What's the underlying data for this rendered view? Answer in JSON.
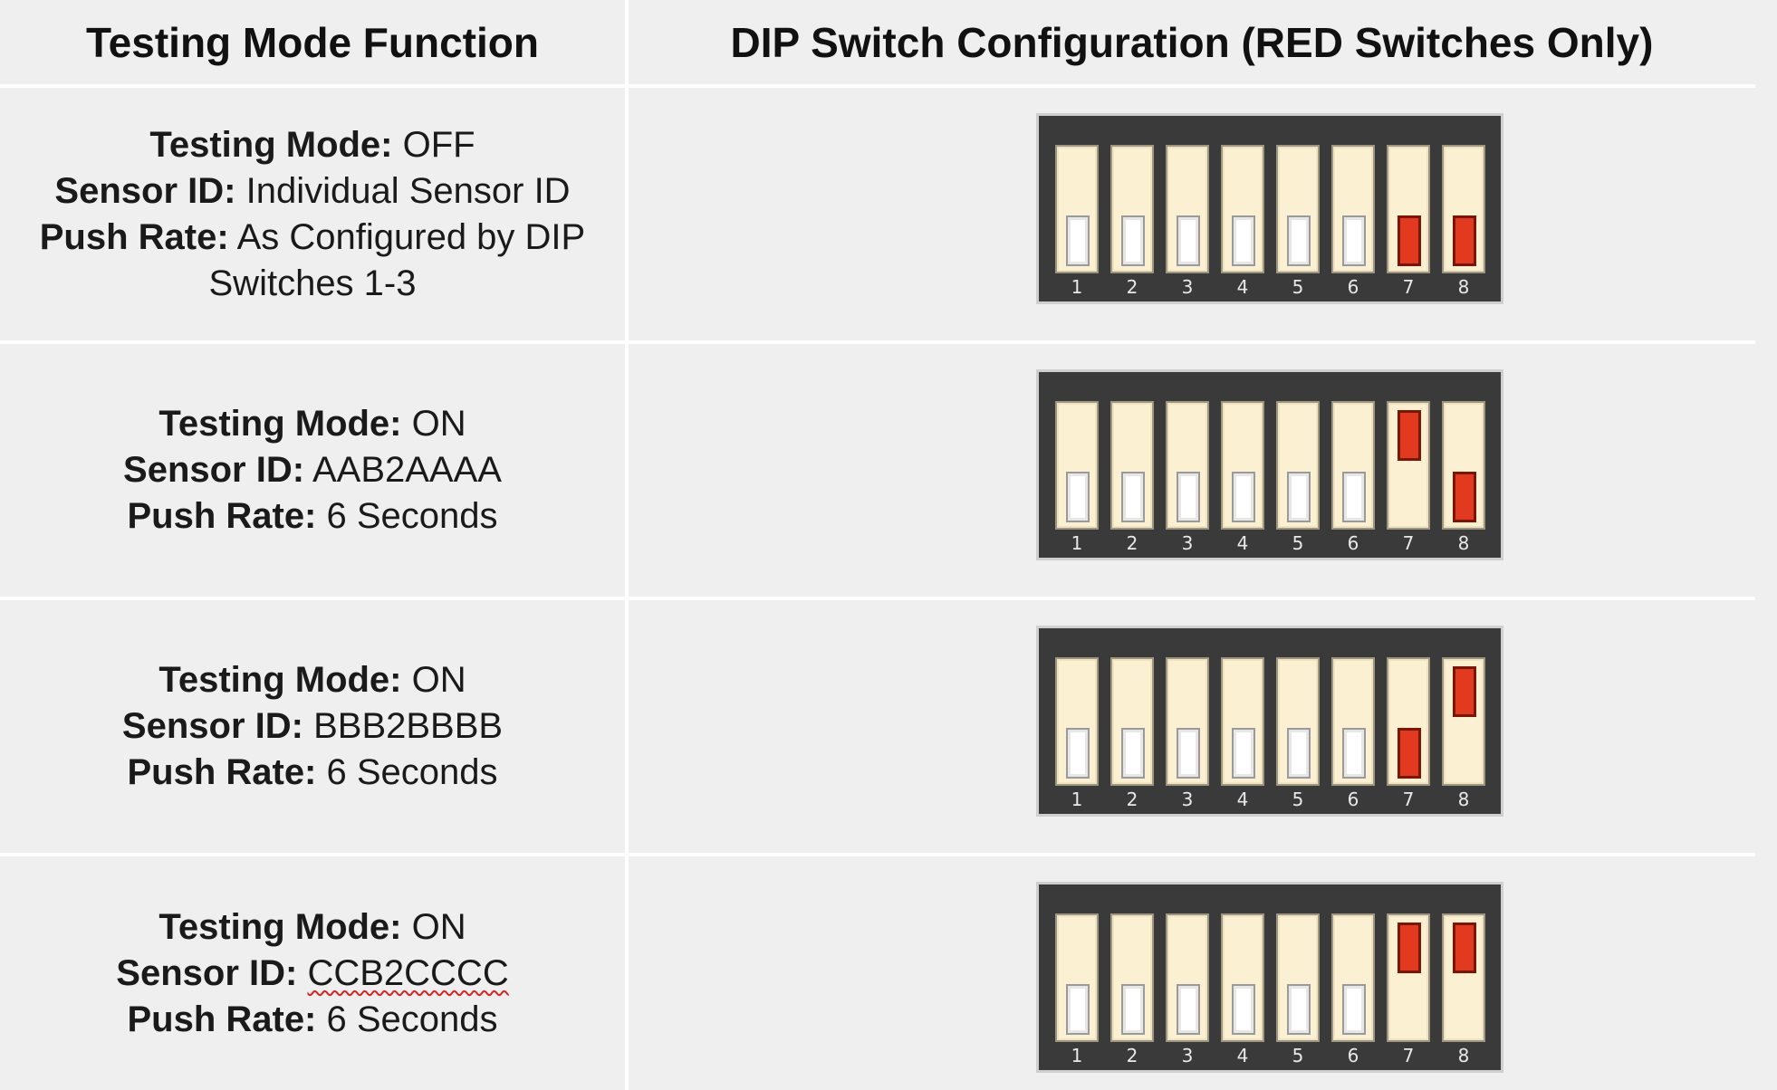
{
  "headers": {
    "function": "Testing Mode Function",
    "config": "DIP Switch Configuration (RED Switches Only)"
  },
  "labels": {
    "testing_mode": "Testing Mode:",
    "sensor_id": "Sensor ID:",
    "push_rate": "Push Rate:"
  },
  "rows": [
    {
      "testing_mode": "OFF",
      "sensor_id": "Individual Sensor ID",
      "push_rate": "As Configured by DIP Switches 1-3",
      "switches": [
        {
          "number": "1",
          "position": "down",
          "red": false
        },
        {
          "number": "2",
          "position": "down",
          "red": false
        },
        {
          "number": "3",
          "position": "down",
          "red": false
        },
        {
          "number": "4",
          "position": "down",
          "red": false
        },
        {
          "number": "5",
          "position": "down",
          "red": false
        },
        {
          "number": "6",
          "position": "down",
          "red": false
        },
        {
          "number": "7",
          "position": "down",
          "red": true
        },
        {
          "number": "8",
          "position": "down",
          "red": true
        }
      ]
    },
    {
      "testing_mode": "ON",
      "sensor_id": "AAB2AAAA",
      "push_rate": "6 Seconds",
      "switches": [
        {
          "number": "1",
          "position": "down",
          "red": false
        },
        {
          "number": "2",
          "position": "down",
          "red": false
        },
        {
          "number": "3",
          "position": "down",
          "red": false
        },
        {
          "number": "4",
          "position": "down",
          "red": false
        },
        {
          "number": "5",
          "position": "down",
          "red": false
        },
        {
          "number": "6",
          "position": "down",
          "red": false
        },
        {
          "number": "7",
          "position": "up",
          "red": true
        },
        {
          "number": "8",
          "position": "down",
          "red": true
        }
      ]
    },
    {
      "testing_mode": "ON",
      "sensor_id": "BBB2BBBB",
      "push_rate": "6 Seconds",
      "switches": [
        {
          "number": "1",
          "position": "down",
          "red": false
        },
        {
          "number": "2",
          "position": "down",
          "red": false
        },
        {
          "number": "3",
          "position": "down",
          "red": false
        },
        {
          "number": "4",
          "position": "down",
          "red": false
        },
        {
          "number": "5",
          "position": "down",
          "red": false
        },
        {
          "number": "6",
          "position": "down",
          "red": false
        },
        {
          "number": "7",
          "position": "down",
          "red": true
        },
        {
          "number": "8",
          "position": "up",
          "red": true
        }
      ]
    },
    {
      "testing_mode": "ON",
      "sensor_id": "CCB2CCCC",
      "push_rate": "6 Seconds",
      "switches": [
        {
          "number": "1",
          "position": "down",
          "red": false
        },
        {
          "number": "2",
          "position": "down",
          "red": false
        },
        {
          "number": "3",
          "position": "down",
          "red": false
        },
        {
          "number": "4",
          "position": "down",
          "red": false
        },
        {
          "number": "5",
          "position": "down",
          "red": false
        },
        {
          "number": "6",
          "position": "down",
          "red": false
        },
        {
          "number": "7",
          "position": "up",
          "red": true
        },
        {
          "number": "8",
          "position": "up",
          "red": true
        }
      ]
    }
  ],
  "colors": {
    "background": "#efefef",
    "switch_body": "#fbf0d2",
    "switch_red": "#e13a1e",
    "block": "#3a3a3a"
  }
}
